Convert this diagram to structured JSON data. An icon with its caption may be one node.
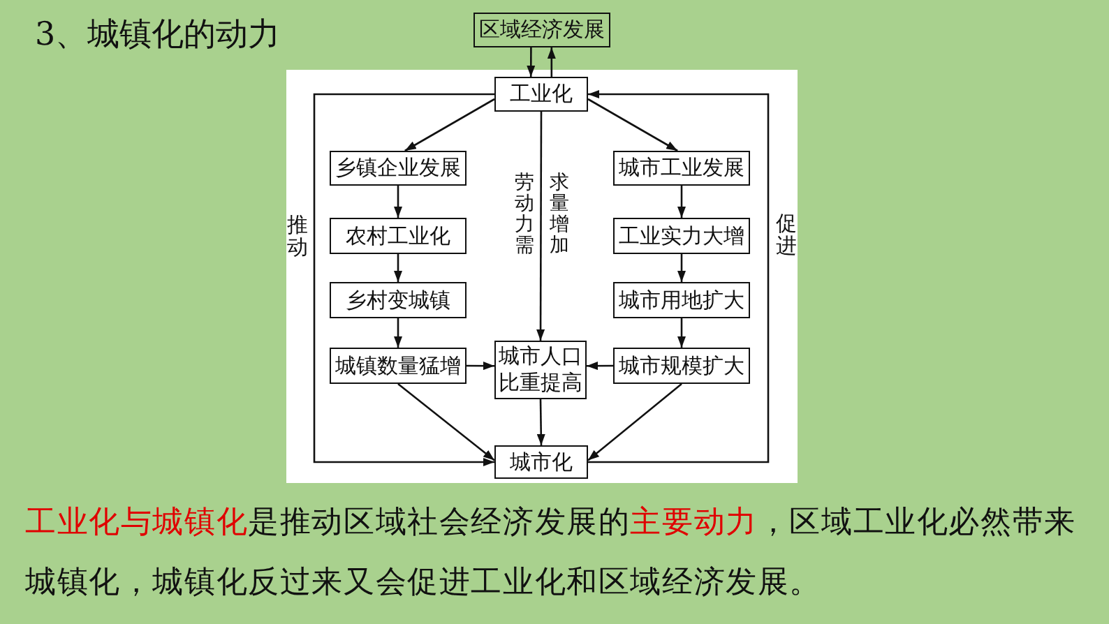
{
  "diagram": {
    "title": "3、城镇化的动力",
    "nodes": [
      {
        "text": [
          "区域经济发展"
        ]
      },
      {
        "text": [
          "工业化"
        ]
      },
      {
        "text": [
          "乡镇企业发展"
        ]
      },
      {
        "text": [
          "城市工业发展"
        ]
      },
      {
        "text": [
          "农村工业化"
        ]
      },
      {
        "text": [
          "工业实力大增"
        ]
      },
      {
        "text": [
          "乡村变城镇"
        ]
      },
      {
        "text": [
          "城市用地扩大"
        ]
      },
      {
        "text": [
          "城镇数量猛增"
        ]
      },
      {
        "text": [
          "城市人口比重提高"
        ]
      },
      {
        "text": [
          "城市规模扩大"
        ]
      },
      {
        "text": [
          "城市化"
        ]
      }
    ],
    "edges": [
      {
        "from": 0,
        "to": 1,
        "arrow": "to"
      },
      {
        "from": 1,
        "to": 0,
        "arrow": "to"
      },
      {
        "from": 1,
        "to": 2,
        "arrow": "to"
      },
      {
        "from": 1,
        "to": 3,
        "arrow": "to"
      },
      {
        "from": 1,
        "to": 9,
        "arrow": "to",
        "label": "劳动力需求量增加"
      },
      {
        "from": 1,
        "to": 11,
        "arrow": "to",
        "label": "推动"
      },
      {
        "from": 11,
        "to": 1,
        "arrow": "to",
        "label": "促进"
      },
      {
        "from": 2,
        "to": 4,
        "arrow": "to"
      },
      {
        "from": 4,
        "to": 6,
        "arrow": "to"
      },
      {
        "from": 6,
        "to": 8,
        "arrow": "to"
      },
      {
        "from": 3,
        "to": 5,
        "arrow": "to"
      },
      {
        "from": 5,
        "to": 7,
        "arrow": "to"
      },
      {
        "from": 7,
        "to": 10,
        "arrow": "to"
      },
      {
        "from": 8,
        "to": 9,
        "arrow": "to"
      },
      {
        "from": 8,
        "to": 11,
        "arrow": "to"
      },
      {
        "from": 10,
        "to": 9,
        "arrow": "to"
      },
      {
        "from": 10,
        "to": 11,
        "arrow": "to"
      },
      {
        "from": 9,
        "to": 11,
        "arrow": "to"
      }
    ],
    "caption": "**工业化与城镇化**是推动区域社会经济发展的**主要动力**，区域工业化必然带来城镇化，城镇化反过来又会促进工业化和区域经济发展。"
  }
}
